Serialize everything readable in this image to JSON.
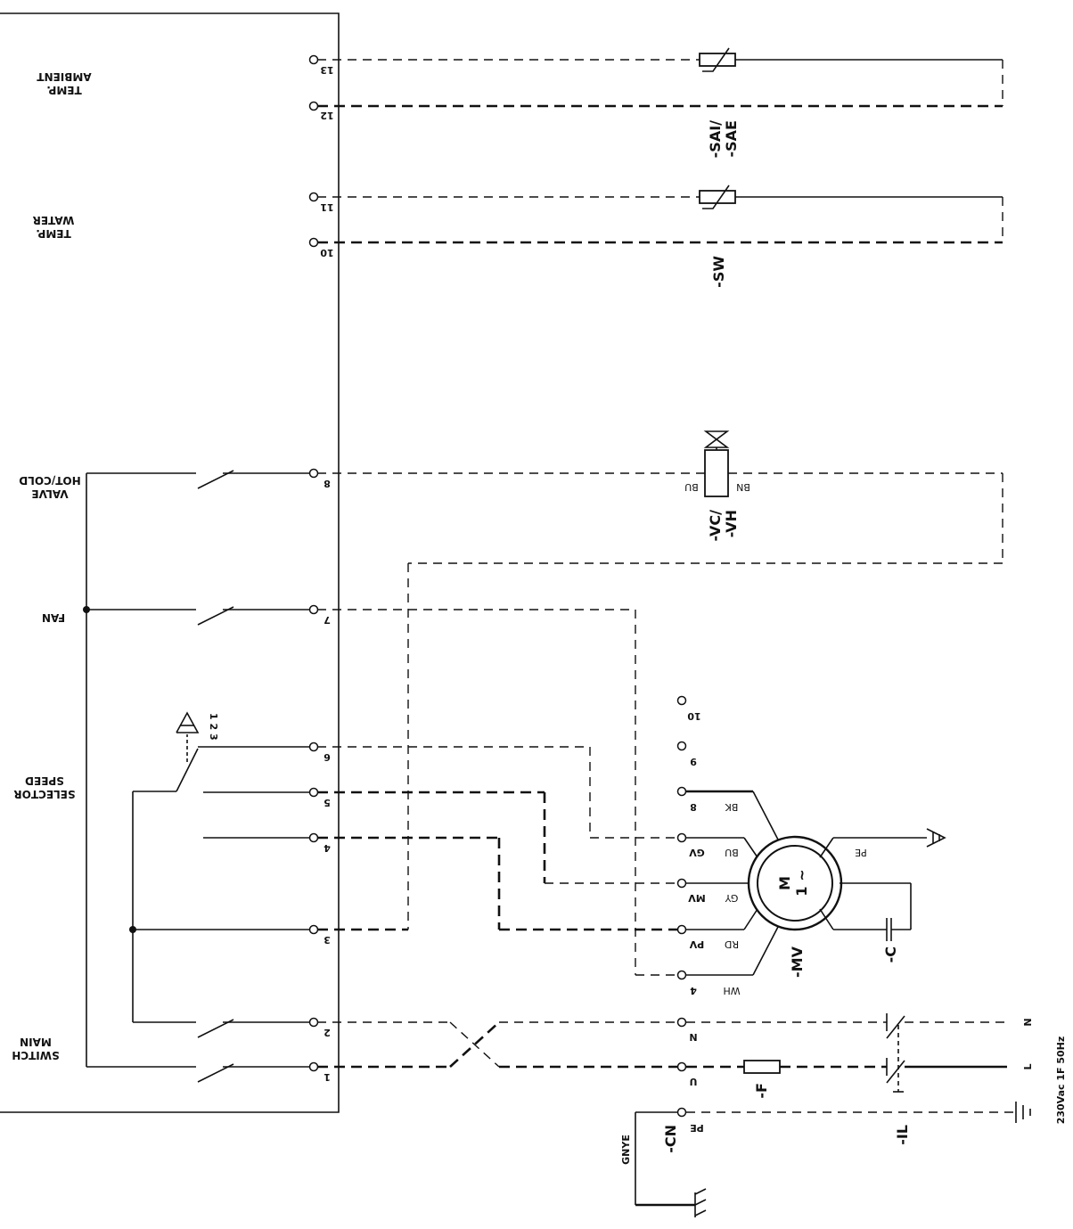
{
  "controller": {
    "sections": {
      "ambient_temp": [
        "AMBIENT",
        "TEMP."
      ],
      "water_temp": [
        "WATER",
        "TEMP."
      ],
      "hot_cold_valve": [
        "HOT/COLD",
        "VALVE"
      ],
      "fan": "FAN",
      "speed_selector": [
        "SPEED",
        "SELECTOR"
      ],
      "main_switch": [
        "MAIN",
        "SWITCH"
      ]
    },
    "terminals": {
      "t13": "13",
      "t12": "12",
      "t11": "11",
      "t10": "10",
      "t8": "8",
      "t7": "7",
      "t6": "6",
      "t5": "5",
      "t4": "4",
      "t3": "3",
      "t2": "2",
      "t1": "1"
    },
    "selector_positions": "1 2 3"
  },
  "components": {
    "ambient_sensor_tag": [
      "-SAI/",
      "-SAE"
    ],
    "water_sensor_tag": "-SW",
    "valve_tag": [
      "-VC/",
      "-VH"
    ],
    "valve_wires": {
      "left": "BU",
      "right": "BN"
    },
    "motor_tag": "-MV",
    "motor_symbol": {
      "letter": "M",
      "phase": "1",
      "sine": "~"
    },
    "capacitor_tag": "-C",
    "fuse_tag": "-F",
    "isolator_tag": "-IL",
    "connector_tag": "-CN",
    "ground_wire_color": "GNYE"
  },
  "terminal_block": {
    "t10": "10",
    "t9": "9",
    "t8": "8",
    "tGV": "GV",
    "tMV": "MV",
    "tPV": "PV",
    "t4": "4",
    "tN": "N",
    "tU": "U",
    "tPE": "PE"
  },
  "motor_wires": {
    "bk": "BK",
    "bu": "BU",
    "gy": "GY",
    "rd": "RD",
    "wh": "WH",
    "pe": "PE"
  },
  "supply": {
    "n": "N",
    "l": "L",
    "spec": "230Vac 1F 50Hz"
  }
}
